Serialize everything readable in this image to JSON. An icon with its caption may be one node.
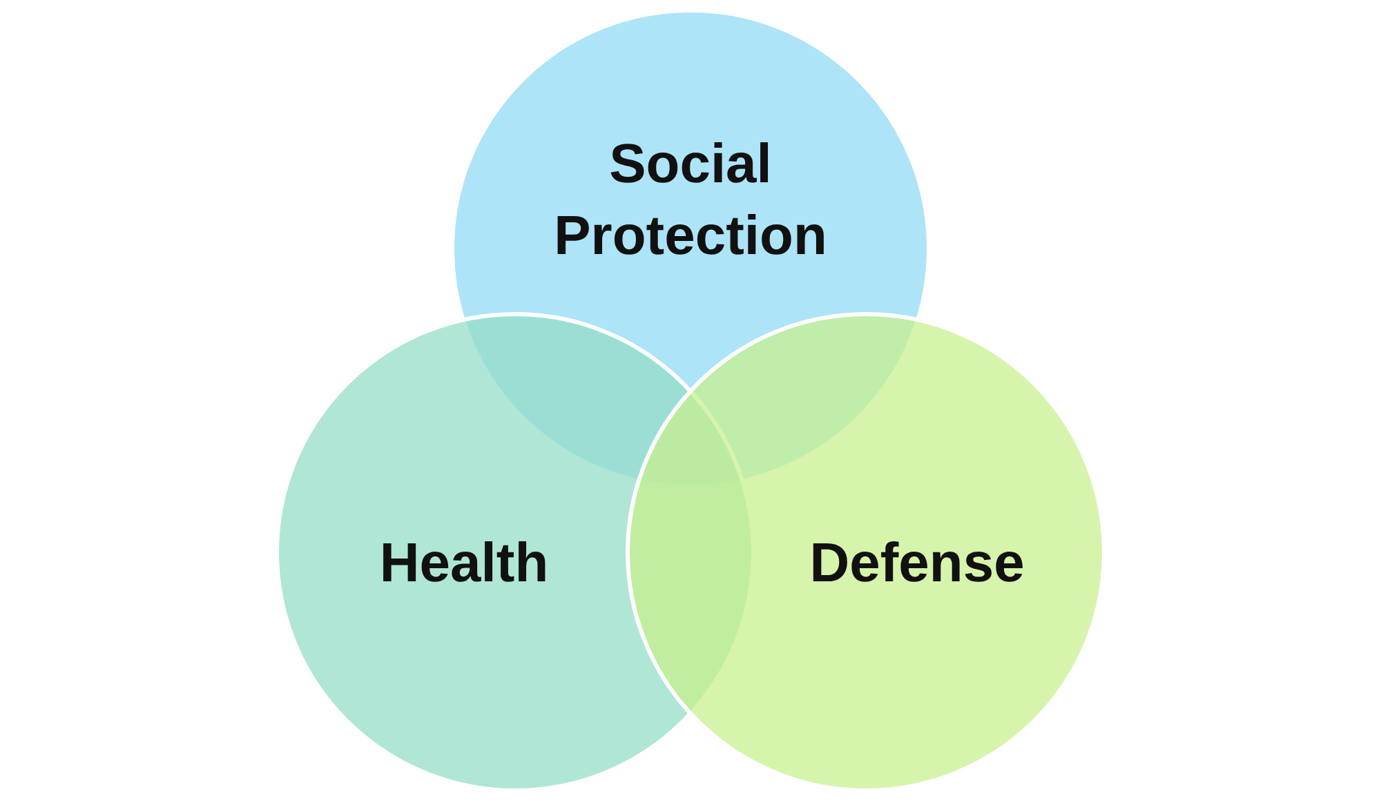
{
  "diagram": {
    "nodes": [
      {
        "text": [
          "Social Protection"
        ]
      },
      {
        "text": [
          "Health"
        ]
      },
      {
        "text": [
          "Defense"
        ]
      }
    ]
  }
}
